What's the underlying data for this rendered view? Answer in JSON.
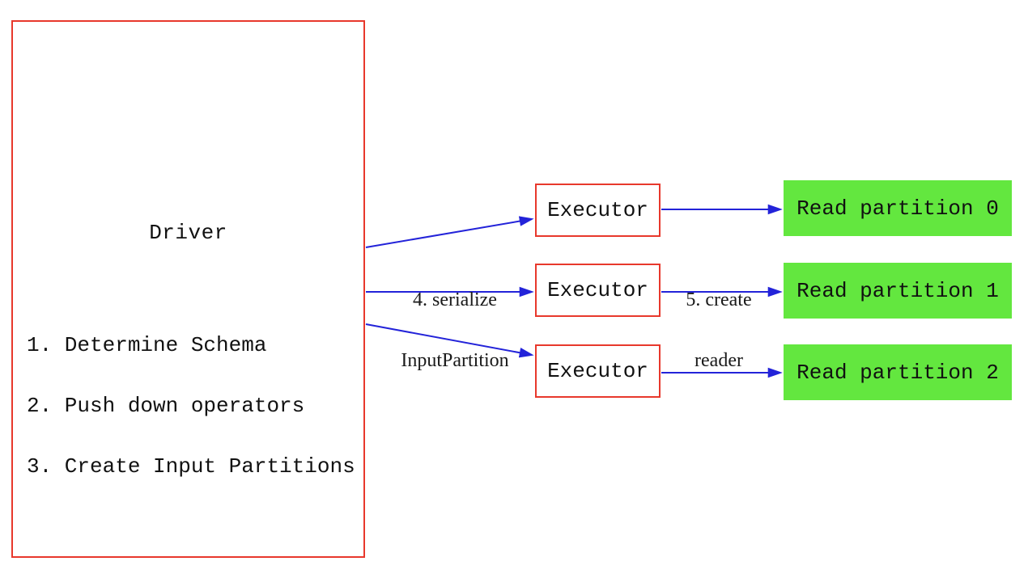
{
  "colors": {
    "node_border_red": "#e8382c",
    "arrow_blue": "#2323d9",
    "partition_green": "#63e73f",
    "text": "#111111",
    "background": "#ffffff"
  },
  "driver": {
    "title": "Driver",
    "steps": [
      "1. Determine Schema",
      "2. Push down operators",
      "3. Create Input Partitions"
    ]
  },
  "executors": [
    {
      "label": "Executor"
    },
    {
      "label": "Executor"
    },
    {
      "label": "Executor"
    }
  ],
  "partitions": [
    {
      "label": "Read partition 0"
    },
    {
      "label": "Read partition 1"
    },
    {
      "label": "Read partition 2"
    }
  ],
  "edge_labels": {
    "serialize_line1": "4. serialize",
    "serialize_line2": "InputPartition",
    "reader_line1": "5. create",
    "reader_line2": "reader"
  }
}
